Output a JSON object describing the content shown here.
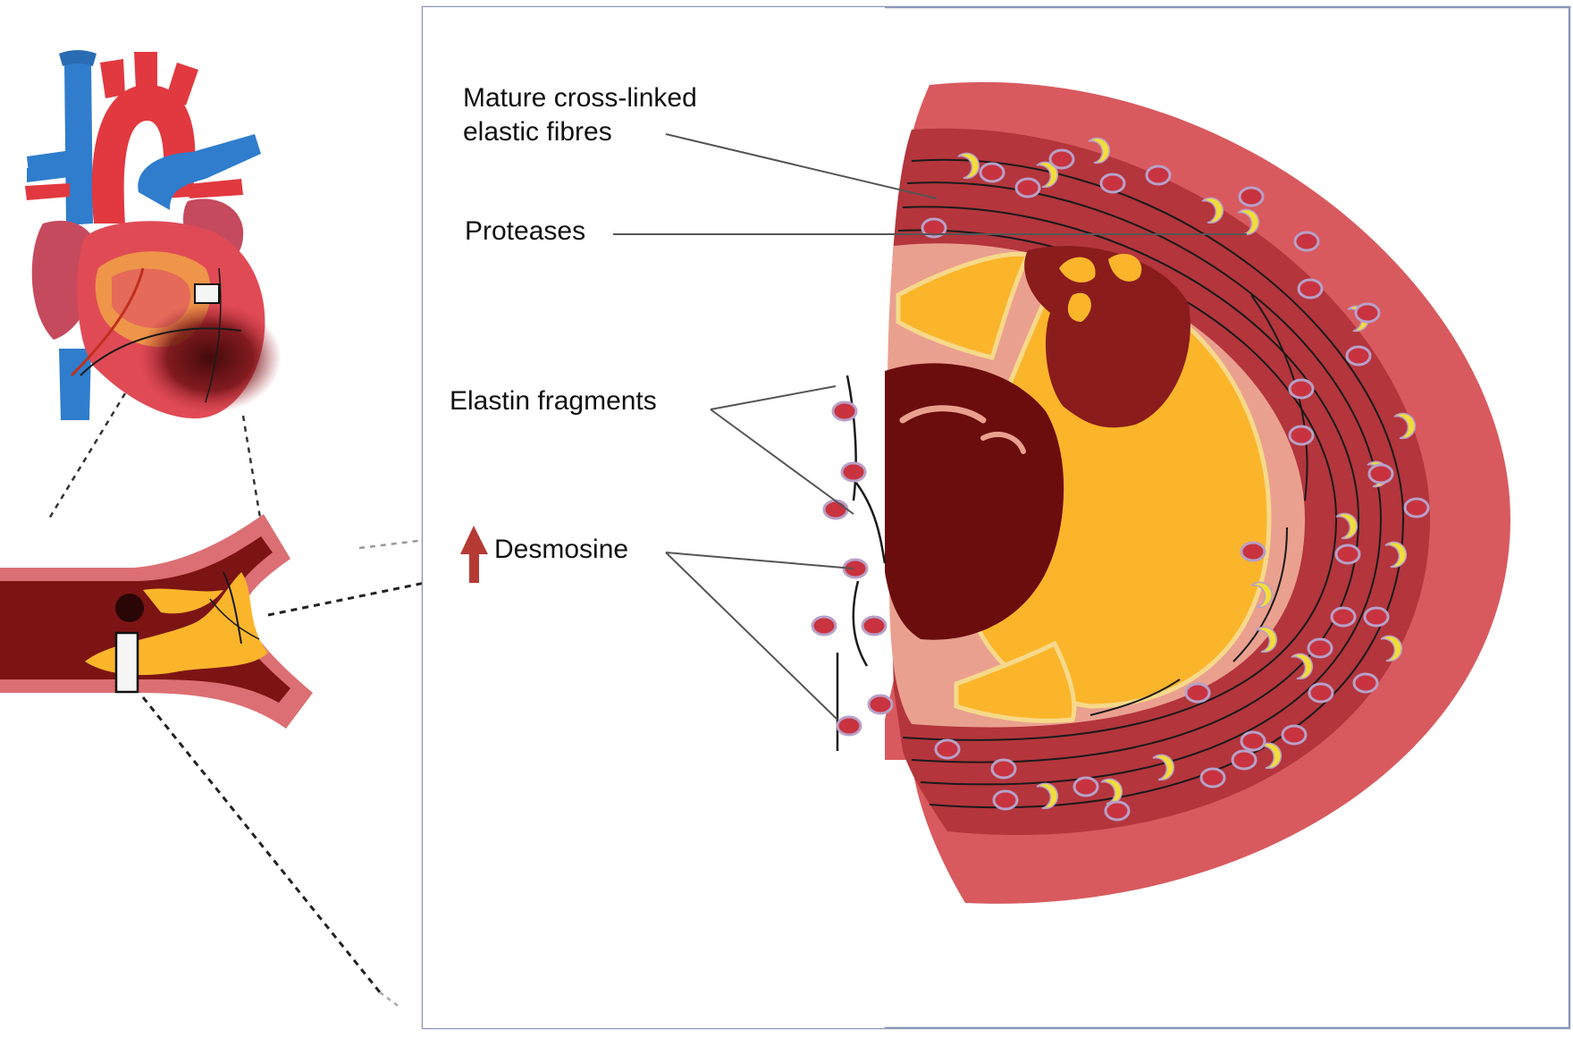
{
  "labels": {
    "fibres_line1": "Mature cross-linked",
    "fibres_line2": "elastic fibres",
    "proteases": "Proteases",
    "elastin_fragments": "Elastin fragments",
    "desmosine": "Desmosine"
  },
  "colors": {
    "frame": "#8c97b8",
    "vessel_outer": "#d85a5e",
    "vessel_media": "#b4353c",
    "intima": "#eaa08f",
    "lipid_core": "#fbb52b",
    "thrombus": "#6b0d0d",
    "plaque_dark": "#8a1c1c",
    "protease": "#f2dc3c",
    "fragment": "#c8333f",
    "arrow": "#b53a34",
    "heart_red": "#e2383f",
    "heart_blue": "#2f7dcc"
  }
}
